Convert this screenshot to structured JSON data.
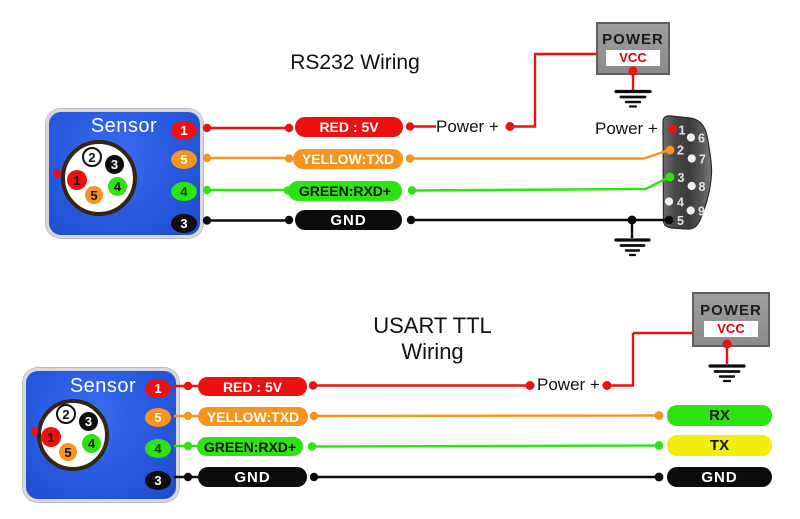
{
  "colors": {
    "wire_red": "#ee1010",
    "wire_orange": "#f7941d",
    "wire_green": "#2ee312",
    "wire_black": "#0c0c0c",
    "pill_yellow": "#f2ee0d",
    "sensor_blue": "#2a5be0",
    "power_gray": "#939393",
    "vcc_red": "#e10000",
    "db9_gray": "#454545"
  },
  "rs232": {
    "title": "RS232 Wiring",
    "sensor": {
      "label": "Sensor",
      "circle_pins": {
        "p1": "1",
        "p2": "2",
        "p3": "3",
        "p4": "4",
        "p5": "5"
      },
      "badges": {
        "b1": "1",
        "b5": "5",
        "b4": "4",
        "b3": "3"
      }
    },
    "pills": {
      "red": "RED : 5V",
      "yellow": "YELLOW:TXD",
      "green": "GREEN:RXD+",
      "gnd": "GND"
    },
    "power_plus_left": "Power +",
    "power_plus_right": "Power +",
    "power_box": {
      "title": "POWER",
      "value": "VCC"
    },
    "db9": {
      "p1": "1",
      "p2": "2",
      "p3": "3",
      "p4": "4",
      "p5": "5",
      "p6": "6",
      "p7": "7",
      "p8": "8",
      "p9": "9"
    }
  },
  "ttl": {
    "title": "USART TTL Wiring",
    "sensor": {
      "label": "Sensor",
      "circle_pins": {
        "p1": "1",
        "p2": "2",
        "p3": "3",
        "p4": "4",
        "p5": "5"
      },
      "badges": {
        "b1": "1",
        "b5": "5",
        "b4": "4",
        "b3": "3"
      }
    },
    "pills": {
      "red": "RED : 5V",
      "yellow": "YELLOW:TXD",
      "green": "GREEN:RXD+",
      "gnd": "GND"
    },
    "power_plus": "Power +",
    "power_box": {
      "title": "POWER",
      "value": "VCC"
    },
    "right_pills": {
      "rx": "RX",
      "tx": "TX",
      "gnd": "GND"
    }
  }
}
